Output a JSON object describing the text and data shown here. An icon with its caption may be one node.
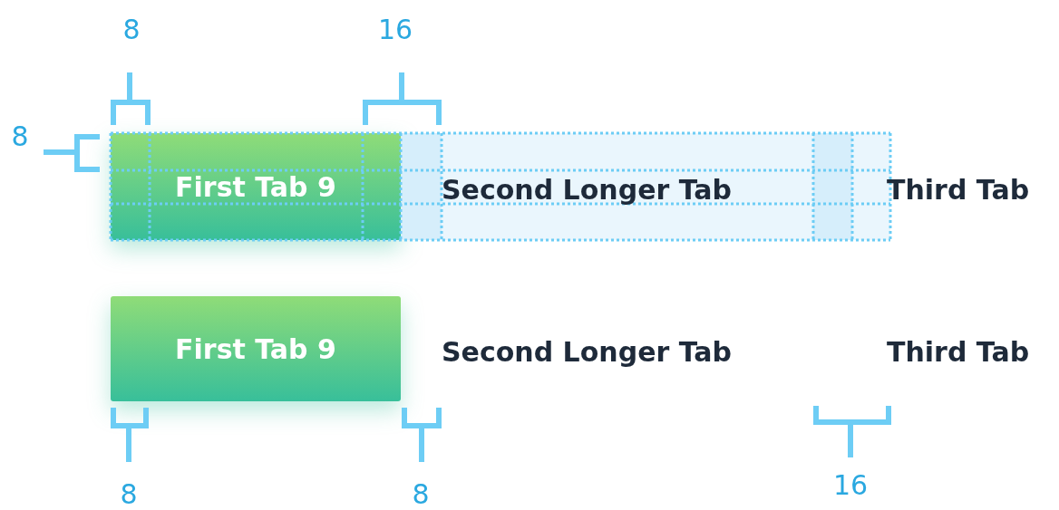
{
  "diagram": {
    "nodes": [
      {
        "text": [
          "First Tab 9"
        ]
      },
      {
        "text": [
          "Second Longer Tab"
        ]
      },
      {
        "text": [
          "Third Tab"
        ]
      },
      {
        "text": [
          "First Tab 9"
        ]
      },
      {
        "text": [
          "Second Longer Tab"
        ]
      },
      {
        "text": [
          "Third Tab"
        ]
      }
    ],
    "labels": [
      "8",
      "16",
      "8",
      "8",
      "8",
      "16"
    ]
  }
}
